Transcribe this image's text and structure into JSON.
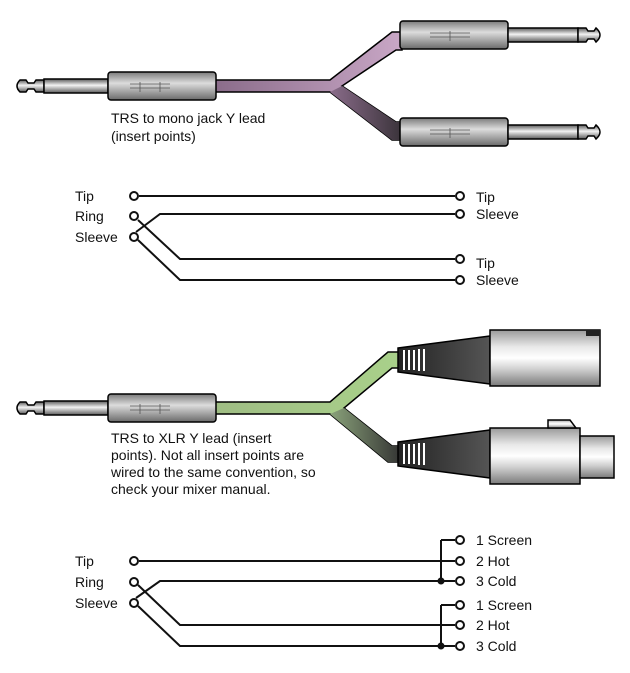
{
  "diagram_1": {
    "caption_line1": "TRS to mono jack Y lead",
    "caption_line2": "(insert points)",
    "cable_color": "#b48cb0",
    "left_labels": [
      "Tip",
      "Ring",
      "Sleeve"
    ],
    "right_labels": [
      "Tip",
      "Sleeve",
      "Tip",
      "Sleeve"
    ]
  },
  "diagram_2": {
    "caption_line1": "TRS to XLR Y lead (insert",
    "caption_line2": "points). Not all insert points are",
    "caption_line3": "wired to the same convention, so",
    "caption_line4": "check your mixer manual.",
    "cable_color": "#a7c98a",
    "left_labels": [
      "Tip",
      "Ring",
      "Sleeve"
    ],
    "right_labels": [
      "1 Screen",
      "2 Hot",
      "3 Cold",
      "1 Screen",
      "2 Hot",
      "3 Cold"
    ]
  }
}
